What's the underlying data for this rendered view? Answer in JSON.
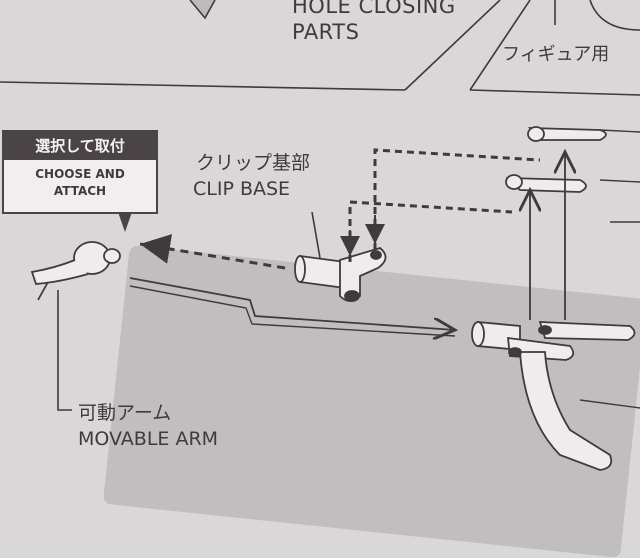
{
  "labels": {
    "hole_line1": "HOLE CLOSING",
    "hole_line2": "PARTS",
    "figure_jp": "フィギュア用",
    "choose_jp": "選択して取付",
    "choose_en_line1": "CHOOSE AND",
    "choose_en_line2": "ATTACH",
    "clip_jp": "クリップ基部",
    "clip_en": "CLIP BASE",
    "arm_jp": "可動アーム",
    "arm_en": "MOVABLE ARM"
  },
  "colors": {
    "paper": "#d9d7d8",
    "ink": "#3f3b3d",
    "box_fill": "#4a4446"
  }
}
